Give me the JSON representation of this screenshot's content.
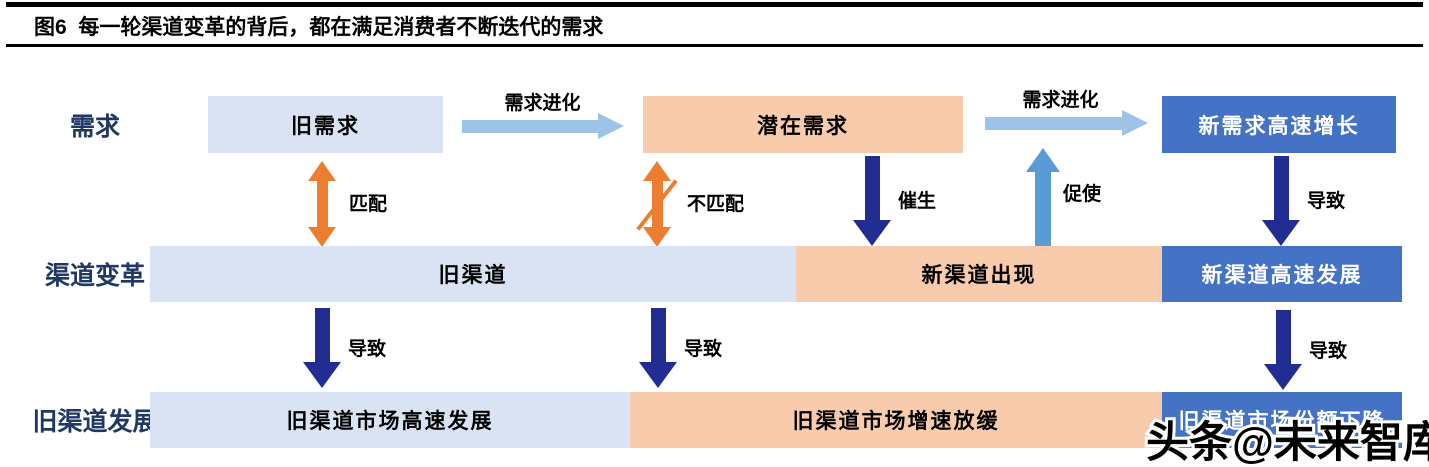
{
  "header": {
    "title": "图6  每一轮渠道变革的背后，都在满足消费者不断迭代的需求"
  },
  "rows": {
    "demand": {
      "label": "需求",
      "boxes": [
        {
          "text": "旧需求",
          "style": "light-blue"
        },
        {
          "text": "潜在需求",
          "style": "peach"
        },
        {
          "text": "新需求高速增长",
          "style": "dark-blue"
        }
      ],
      "evolution_labels": [
        "需求进化",
        "需求进化"
      ]
    },
    "channel_change": {
      "label": "渠道变革",
      "boxes": [
        {
          "text": "旧渠道",
          "style": "light-blue"
        },
        {
          "text": "新渠道出现",
          "style": "peach"
        },
        {
          "text": "新渠道高速发展",
          "style": "dark-blue"
        }
      ]
    },
    "old_channel_dev": {
      "label": "旧渠道发展",
      "boxes": [
        {
          "text": "旧渠道市场高速发展",
          "style": "light-blue"
        },
        {
          "text": "旧渠道市场增速放缓",
          "style": "peach"
        },
        {
          "text": "旧渠道市场份额下降",
          "style": "dark-blue"
        }
      ]
    }
  },
  "connectors": {
    "top": [
      {
        "label": "匹配",
        "type": "double-orange"
      },
      {
        "label": "不匹配",
        "type": "double-orange-slashed"
      },
      {
        "label": "催生",
        "type": "down-navy"
      },
      {
        "label": "促使",
        "type": "up-blue"
      },
      {
        "label": "导致",
        "type": "down-navy"
      }
    ],
    "bottom": [
      {
        "label": "导致",
        "type": "down-navy"
      },
      {
        "label": "导致",
        "type": "down-navy"
      },
      {
        "label": "导致",
        "type": "down-navy"
      }
    ]
  },
  "watermark": {
    "text": "头条@未来智库"
  },
  "colors": {
    "box_light": "#dae3f3",
    "box_peach": "#f8cbad",
    "box_dark": "#4472c4",
    "arrow_light_blue": "#9dc3e6",
    "arrow_mid_blue": "#5b9bd5",
    "arrow_orange": "#ed7d31",
    "arrow_navy": "#222d92",
    "label_navy": "#1f3864"
  }
}
